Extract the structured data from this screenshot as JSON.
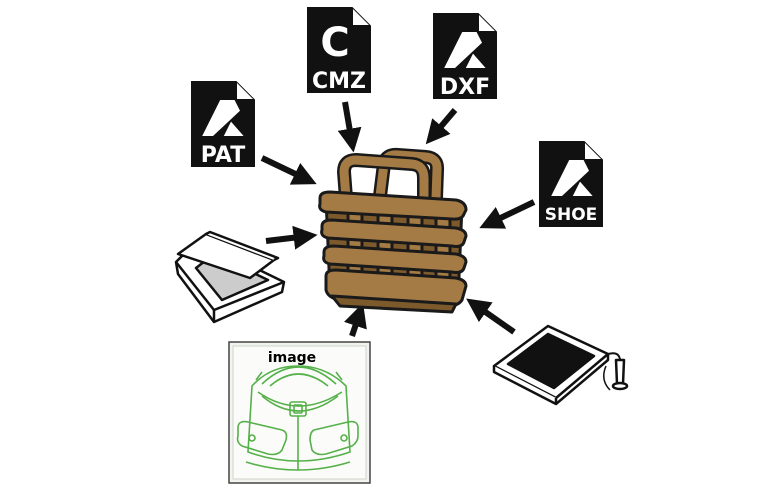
{
  "colors": {
    "file_icon_fill": "#111111",
    "file_icon_text": "#ffffff",
    "basket_fill": "#a57b45",
    "basket_dark": "#7d5a2c",
    "basket_outline": "#1a1a1a",
    "arrow": "#111111",
    "pattern_green": "#55b04a"
  },
  "file_icons": {
    "cmz": {
      "glyph": "C",
      "label": "CMZ"
    },
    "dxf": {
      "glyph": "autodesk-logo",
      "label": "DXF"
    },
    "pat": {
      "glyph": "autodesk-logo",
      "label": "PAT"
    },
    "shoe": {
      "glyph": "autodesk-logo",
      "label": "SHOE"
    }
  },
  "image_input": {
    "label": "image"
  },
  "devices": {
    "scanner": {
      "icon": "flatbed-scanner-icon"
    },
    "tablet": {
      "icon": "digitizer-tablet-icon"
    }
  },
  "center": {
    "icon": "basket-bag-icon"
  }
}
